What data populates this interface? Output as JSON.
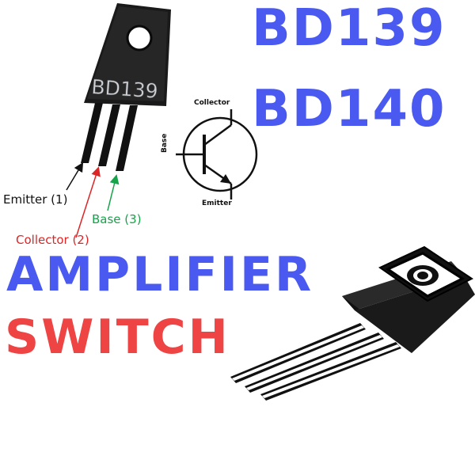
{
  "headline": {
    "part1": "BD139",
    "part2": "BD140"
  },
  "uses": {
    "amplifier": "AMPLIFIER",
    "switch": "SWITCH"
  },
  "package_marking": "BD139",
  "pin_labels": {
    "emitter": "Emitter (1)",
    "collector": "Collector (2)",
    "base": "Base (3)"
  },
  "symbol_labels": {
    "collector": "Collector",
    "base": "Base",
    "emitter": "Emitter"
  },
  "colors": {
    "title_blue": "#4a5af0",
    "switch_red": "#ef4444",
    "collector_red": "#dc2626",
    "base_green": "#16a34a",
    "emitter_black": "#111111"
  }
}
